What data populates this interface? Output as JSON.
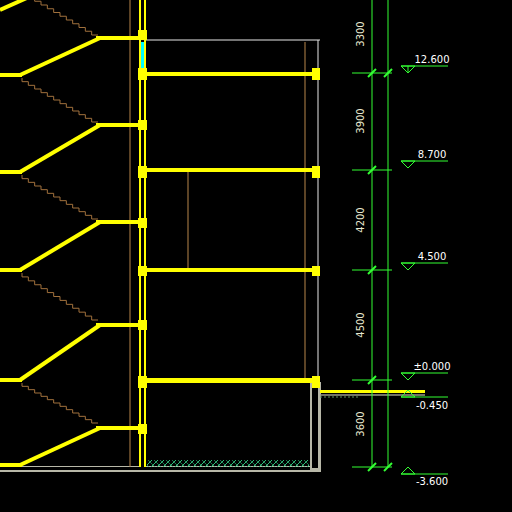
{
  "diagram": {
    "labels": [
      "3300",
      "3900",
      "4200",
      "4500",
      "3600",
      "12.600",
      "8.700",
      "4.500",
      "±0.000",
      "-0.450",
      "-3.600"
    ]
  }
}
